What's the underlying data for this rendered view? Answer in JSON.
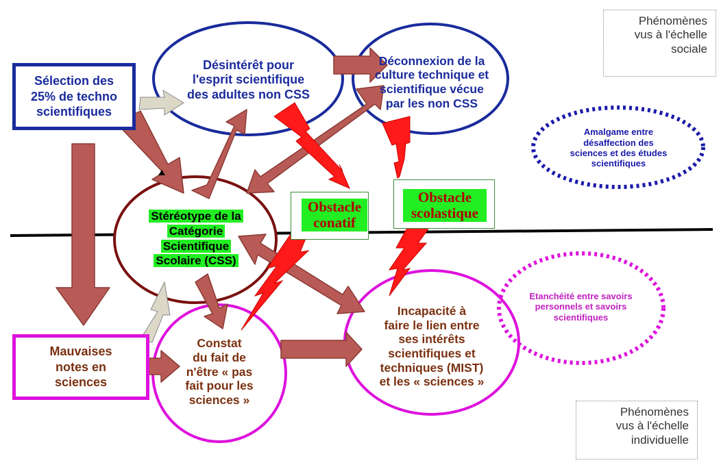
{
  "scale_labels": {
    "social": "Phénomènes\nvus à l'échelle\nsociale",
    "individual": "Phénomènes\nvus à l'échelle\nindividuelle"
  },
  "nodes": {
    "selection": "Sélection des\n25% de techno\nscientifiques",
    "desinteret": "Désintérêt pour\nl'esprit scientifique\ndes adultes non CSS",
    "deconnexion": "Déconnexion de la\nculture technique et\nscientifique vécue\npar les non CSS",
    "amalgame": "Amalgame entre\ndésaffection des\nsciences et des études\nscientifiques",
    "stereotype": [
      "Stéréotype de la",
      "Catégorie",
      "Scientifique",
      "Scolaire (CSS)"
    ],
    "mauvaises": "Mauvaises\nnotes en\nsciences",
    "constat": "Constat\ndu fait de\nn'être « pas\nfait pour les\nsciences »",
    "incapacite": "Incapacité à\nfaire le lien entre\nses intérêts\nscientifiques et\ntechniques (MIST)\net les « sciences »",
    "etancheite": "Etanchéité entre savoirs\npersonnels et savoirs\nscientifiques"
  },
  "obstacles": {
    "conatif": "Obstacle\nconatif",
    "scolastique": "Obstacle\nscolastique"
  },
  "colors": {
    "blue": "#1a2b9c",
    "dotted_blue": "#1a1aaa",
    "magenta": "#dd11dd",
    "dark_red": "#7a1010",
    "arrow_fill": "#b85a55",
    "arrow_stroke": "#8a3a35",
    "beige_arrow": "#dcd8c8",
    "bolt_red": "#ff1a1a",
    "green_highlight": "#22ee22"
  }
}
